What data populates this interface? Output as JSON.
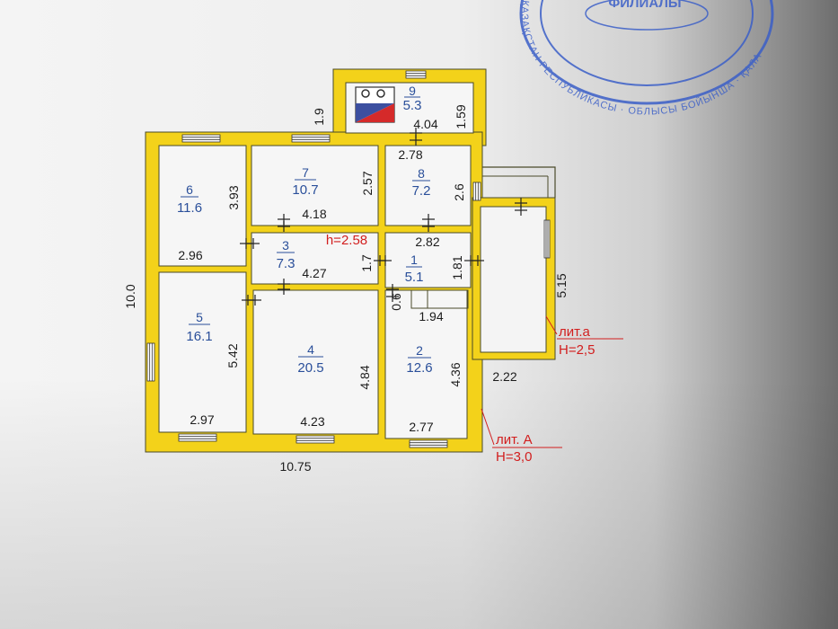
{
  "colors": {
    "wall": "#f3d21a",
    "wall_edge": "#4a4a2a",
    "room_number": "#2a4f9a",
    "dimension": "#1c1c1c",
    "annotation": "#d21e1e",
    "stamp": "#3b5fc8"
  },
  "rooms": [
    {
      "number": "1",
      "area": "5.1"
    },
    {
      "number": "2",
      "area": "12.6"
    },
    {
      "number": "3",
      "area": "7.3"
    },
    {
      "number": "4",
      "area": "20.5"
    },
    {
      "number": "5",
      "area": "16.1"
    },
    {
      "number": "6",
      "area": "11.6"
    },
    {
      "number": "7",
      "area": "10.7"
    },
    {
      "number": "8",
      "area": "7.2"
    },
    {
      "number": "9",
      "area": "5.3"
    }
  ],
  "dimensions": {
    "overall_height": "10.0",
    "overall_width": "10.75",
    "r9_width": "4.04",
    "r9_height": "1.59",
    "r9_offset": "1.9",
    "r8_width": "2.78",
    "r8_height": "2.6",
    "r7_width": "4.18",
    "r7_height": "2.57",
    "r6_width": "2.96",
    "r6_height": "3.93",
    "r3_width": "4.27",
    "r3_height": "1.7",
    "r1_width": "2.82",
    "r1_height": "1.81",
    "step_width": "1.94",
    "step_height": "0.6",
    "r5_width": "2.97",
    "r5_height": "5.42",
    "r4_width": "4.23",
    "r4_height": "4.84",
    "r2_width": "2.77",
    "r2_height": "4.36",
    "annex_width": "2.22",
    "annex_height": "5.15"
  },
  "annotations": {
    "ceiling_height": "h=2.58",
    "lit_a_small": "лит.а",
    "h_small": "H=2,5",
    "lit_a_main": "лит. А",
    "h_main": "H=3,0"
  },
  "stamp": {
    "top_text": "ФИЛИАЛЫ",
    "ring_text": "ҚАЗАҚСТАН РЕСПУБЛИКАСЫ · ОБЛЫСЫ БОЙЫНША · ҚАЛАЛЫҚ · ЖЕР РЕСУРСТАРЫ · КОМИТЕТІНІҢ · ҚАЗ СОЛ РМКК ·"
  }
}
